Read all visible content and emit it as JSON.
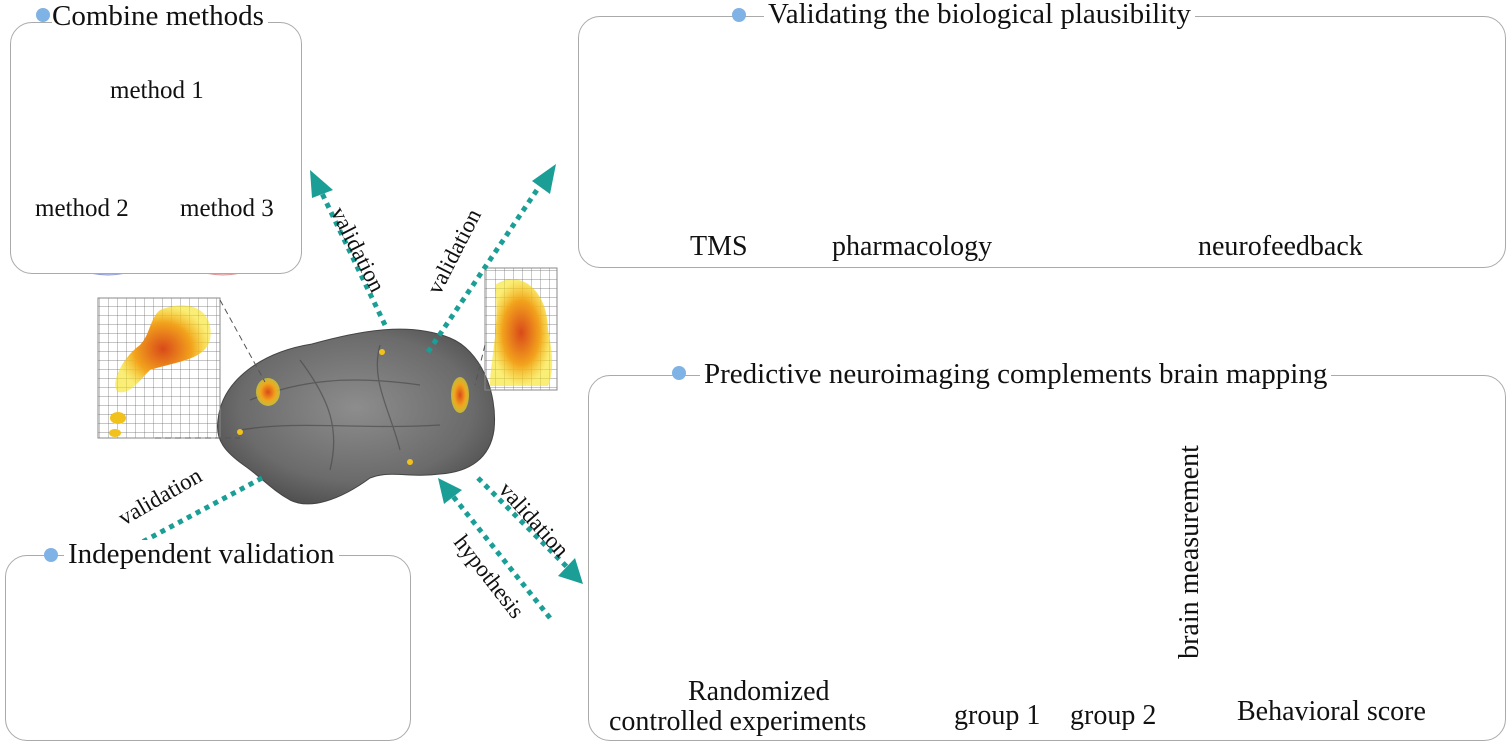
{
  "panels": {
    "combine": {
      "title": "Combine methods",
      "methods": [
        "method 1",
        "method 2",
        "method 3"
      ]
    },
    "biological": {
      "title": "Validating the biological plausibility",
      "items": [
        "TMS",
        "pharmacology",
        "neurofeedback"
      ]
    },
    "predictive": {
      "title": "Predictive neuroimaging complements brain mapping",
      "rct_label_line1": "Randomized",
      "rct_label_line2": "controlled experiments",
      "groups": [
        "group 1",
        "group 2"
      ],
      "scatter_xlabel": "Behavioral score",
      "scatter_ylabel": "brain measurement"
    },
    "independent": {
      "title": "Independent validation"
    }
  },
  "arrows": {
    "validation": "validation",
    "hypothesis": "hypothesis"
  },
  "colors": {
    "arrow": "#1a9e96",
    "dot": "#7fb2e5",
    "people": "#4ab0e0",
    "violin1": "#f47070",
    "violin2": "#0aa3e8",
    "scatter_points": "#7fa6dc",
    "venn1": "#8fd08f",
    "venn2": "#8f9ed8",
    "venn3": "#f0a0a0"
  }
}
